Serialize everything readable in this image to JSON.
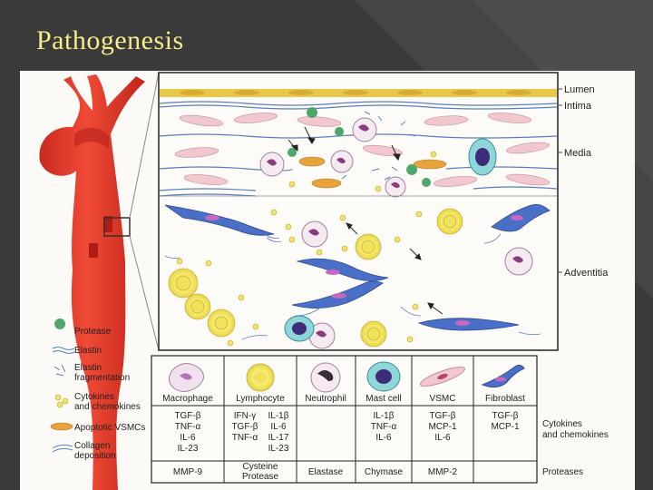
{
  "slide": {
    "title": "Pathogenesis"
  },
  "layers": [
    "Lumen",
    "Intima",
    "Media",
    "Adventitia"
  ],
  "legend": [
    {
      "icon": "protease-icon",
      "label": "Protease"
    },
    {
      "icon": "elastin-icon",
      "label": "Elastin"
    },
    {
      "icon": "elastin-fragmentation-icon",
      "label": "Elastin fragmentation"
    },
    {
      "icon": "cytokines-icon",
      "label": "Cytokines and chemokines"
    },
    {
      "icon": "apoptotic-vsmc-icon",
      "label": "Apoptotic VSMCs"
    },
    {
      "icon": "collagen-icon",
      "label": "Collagen deposition"
    }
  ],
  "table": {
    "columns": [
      "Macrophage",
      "Lymphocyte",
      "Neutrophil",
      "Mast cell",
      "VSMC",
      "Fibroblast"
    ],
    "cytokines": [
      [
        "TGF-β",
        "TNF-α",
        "IL-6",
        "IL-23"
      ],
      [
        "IFN-γ",
        "TGF-β",
        "TNF-α",
        "IL-1β",
        "IL-6",
        "IL-17",
        "IL-23"
      ],
      [],
      [
        "IL-1β",
        "TNF-α",
        "IL-6"
      ],
      [
        "TGF-β",
        "MCP-1",
        "IL-6"
      ],
      [
        "TGF-β",
        "MCP-1"
      ]
    ],
    "proteases": [
      [
        "MMP-9"
      ],
      [
        "Cysteine",
        "Protease"
      ],
      [
        "Elastase"
      ],
      [
        "Chymase"
      ],
      [
        "MMP-2"
      ],
      []
    ],
    "row_labels": {
      "cytokines": [
        "Cytokines",
        "and chemokines"
      ],
      "proteases": "Proteases"
    }
  },
  "colors": {
    "background": "#3a3a3a",
    "title": "#f5ec8a",
    "aorta": "#e03a2c",
    "endothelium": "#e8c84a",
    "smc": "#f2c8cf",
    "fibroblast": "#4a6fc7",
    "protease": "#4fa56a",
    "cytokine": "#f4e16a"
  }
}
